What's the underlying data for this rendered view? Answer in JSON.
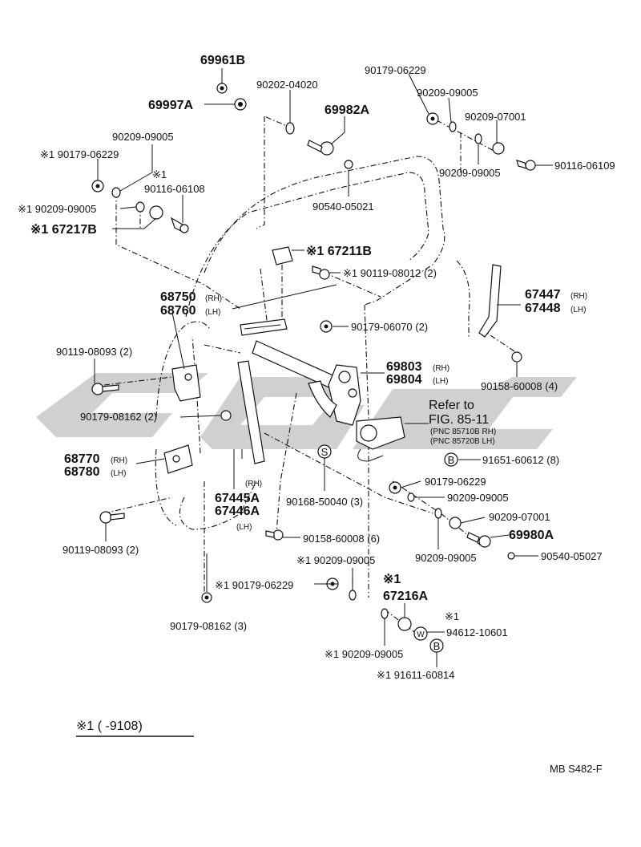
{
  "colors": {
    "ink": "#111111",
    "watermark": "#c8c8c8",
    "background": "#ffffff"
  },
  "watermark_text": "cgz",
  "labels": {
    "p69961B": "69961B",
    "p69997A": "69997A",
    "p90202_04020": "90202-04020",
    "p69982A": "69982A",
    "p90179_06229_tr": "90179-06229",
    "p90209_09005_tr": "90209-09005",
    "p90209_07001_tr": "90209-07001",
    "p90116_06109": "90116-06109",
    "p90209_09005_tr2": "90209-09005",
    "p90540_05021": "90540-05021",
    "p90209_09005_l": "90209-09005",
    "p90179_06229_l": "※1 90179-06229",
    "p_mark1_l": "※1",
    "p90116_06108": "90116-06108",
    "p90209_09005_l2": "※1 90209-09005",
    "p67217B": "※1 67217B",
    "p67211B": "※1 67211B",
    "p90119_08012": "※1 90119-08012 (2)",
    "p68750": "68750",
    "p68750_side": "(RH)",
    "p68760": "68760",
    "p68760_side": "(LH)",
    "p67447": "67447",
    "p67447_side": "(RH)",
    "p67448": "67448",
    "p67448_side": "(LH)",
    "p90119_08093_a": "90119-08093 (2)",
    "p90179_06070": "90179-06070 (2)",
    "p69803": "69803",
    "p69803_side": "(RH)",
    "p69804": "69804",
    "p69804_side": "(LH)",
    "p90158_60008_4": "90158-60008 (4)",
    "refer_to": "Refer to",
    "fig_ref": "FIG. 85-11",
    "pnc_rh": "(PNC 85710B RH)",
    "pnc_lh": "(PNC 85720B LH)",
    "p90179_08162_2": "90179-08162 (2)",
    "p68770": "68770",
    "p68770_side": "(RH)",
    "p68780": "68780",
    "p68780_side": "(LH)",
    "s_mark": "S",
    "b_mark": "B",
    "w_mark": "W",
    "p91651_60612": "91651-60612 (8)",
    "p67445A_side": "(RH)",
    "p67445A": "67445A",
    "p67446A": "67446A",
    "p67446A_side": "(LH)",
    "p90168_50040": "90168-50040 (3)",
    "p90179_06229_m": "90179-06229",
    "p90209_09005_m": "90209-09005",
    "p90209_07001_m": "90209-07001",
    "p69980A": "69980A",
    "p90540_05027": "90540-05027",
    "p90209_09005_m2": "90209-09005",
    "p90119_08093_b": "90119-08093 (2)",
    "p90158_60008_6": "90158-60008 (6)",
    "p90209_09005_b1": "※1 90209-09005",
    "p_mark1_b": "※1",
    "p67216A": "67216A",
    "p90179_06229_b": "※1 90179-06229",
    "p_mark1_w": "※1",
    "p94612_10601": "94612-10601",
    "p90179_08162_3": "90179-08162 (3)",
    "p90209_09005_b2": "※1 90209-09005",
    "p91611_60814": "※1 91611-60814",
    "footnote": "※1 (      -9108)",
    "diagram_code": "MB  S482-F"
  }
}
